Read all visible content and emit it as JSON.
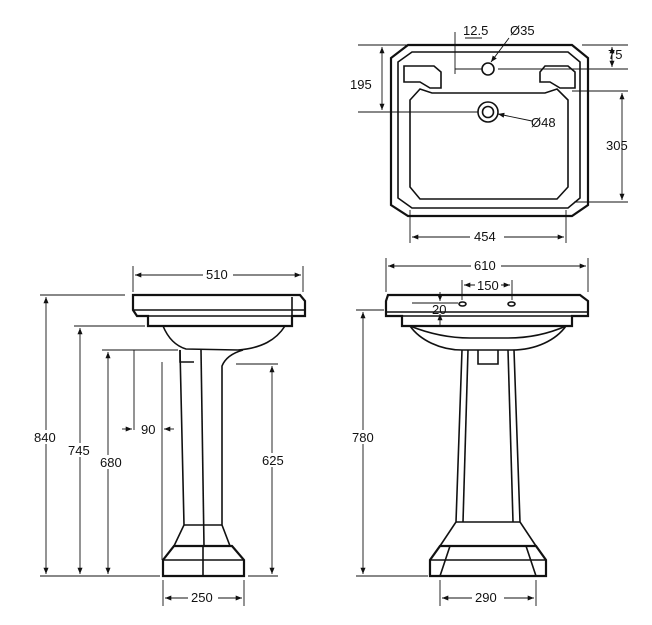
{
  "top_view": {
    "dims": {
      "hole_offset": "12.5",
      "tap_hole_dia": "Ø35",
      "rim_depth": "75",
      "depth": "195",
      "waste_dia": "Ø48",
      "bowl_depth": "305",
      "width": "454"
    }
  },
  "side_view": {
    "dims": {
      "depth": "510",
      "overall_height": "840",
      "rim_height": "745",
      "height_680": "680",
      "offset_90": "90",
      "pedestal_height": "625",
      "base_width": "250"
    }
  },
  "front_view": {
    "dims": {
      "width": "610",
      "tap_spacing": "150",
      "rim_20": "20",
      "height": "780",
      "base_width": "290"
    }
  }
}
